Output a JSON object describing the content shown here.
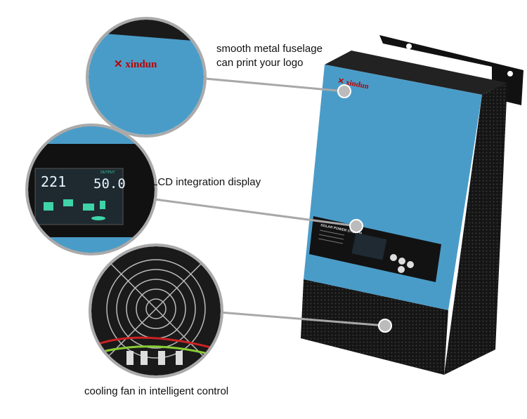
{
  "product": {
    "brand_logo": "xindun",
    "panel_title": "SOLAR POWER SYSTEM",
    "lcd": {
      "input_value": "221",
      "output_label": "OUTPUT",
      "output_value": "50.0"
    }
  },
  "callouts": [
    {
      "line1": "smooth metal fuselage",
      "line2": "can print your logo"
    },
    {
      "line1": "LCD integration display"
    },
    {
      "line1": "cooling fan in intelligent control"
    }
  ],
  "colors": {
    "body_blue": "#4a9cc8",
    "body_black": "#1a1a1a",
    "lcd_green": "#3fd3a8",
    "callout_line": "#a8a8a8"
  }
}
